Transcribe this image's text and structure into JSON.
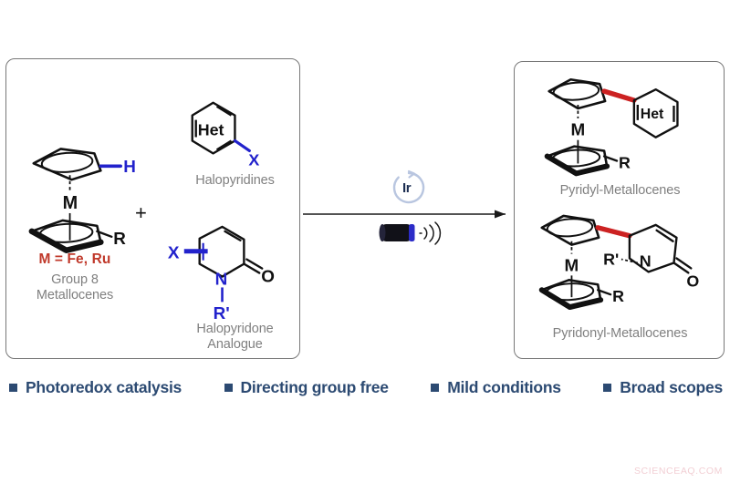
{
  "figure": {
    "type": "reaction-scheme",
    "background": "#ffffff",
    "accent_blue": "#2222cc",
    "accent_red_bond": "#cc2222",
    "accent_red_text": "#c0392b",
    "caption_gray": "#808080",
    "navy": "#2c4a72"
  },
  "reactants_panel": {
    "metallocene": {
      "metal_label": "M",
      "top_ring_substituent": "H",
      "bottom_ring_substituent": "R",
      "metal_definition": "M = Fe, Ru",
      "caption": "Group 8\nMetallocenes"
    },
    "plus": "+",
    "halopyridines": {
      "ring_label": "Het",
      "substituent": "X",
      "caption": "Halopyridines"
    },
    "halopyridone": {
      "substituent": "X",
      "nitrogen_label": "N",
      "nitrogen_substituent": "R'",
      "carbonyl_label": "O",
      "caption": "Halopyridone\nAnalogue"
    }
  },
  "conditions": {
    "catalyst_label": "Ir",
    "catalyst_cycle_icon": "circular-arrow-icon",
    "light_source_icon": "led-lamp-icon",
    "arrow_icon": "reaction-arrow-icon"
  },
  "products_panel": {
    "pyridyl": {
      "metal_label": "M",
      "ring_label": "Het",
      "bottom_ring_substituent": "R",
      "caption": "Pyridyl-Metallocenes"
    },
    "pyridonyl": {
      "metal_label": "M",
      "nitrogen_label": "N",
      "nitrogen_substituent": "R'",
      "bottom_ring_substituent": "R",
      "carbonyl_label": "O",
      "caption": "Pyridonyl-Metallocenes"
    }
  },
  "highlights": [
    {
      "label": "Photoredox catalysis"
    },
    {
      "label": "Directing group free"
    },
    {
      "label": "Mild conditions"
    },
    {
      "label": "Broad scopes"
    }
  ],
  "watermark": {
    "text": "SCIENCEAQ.COM"
  }
}
